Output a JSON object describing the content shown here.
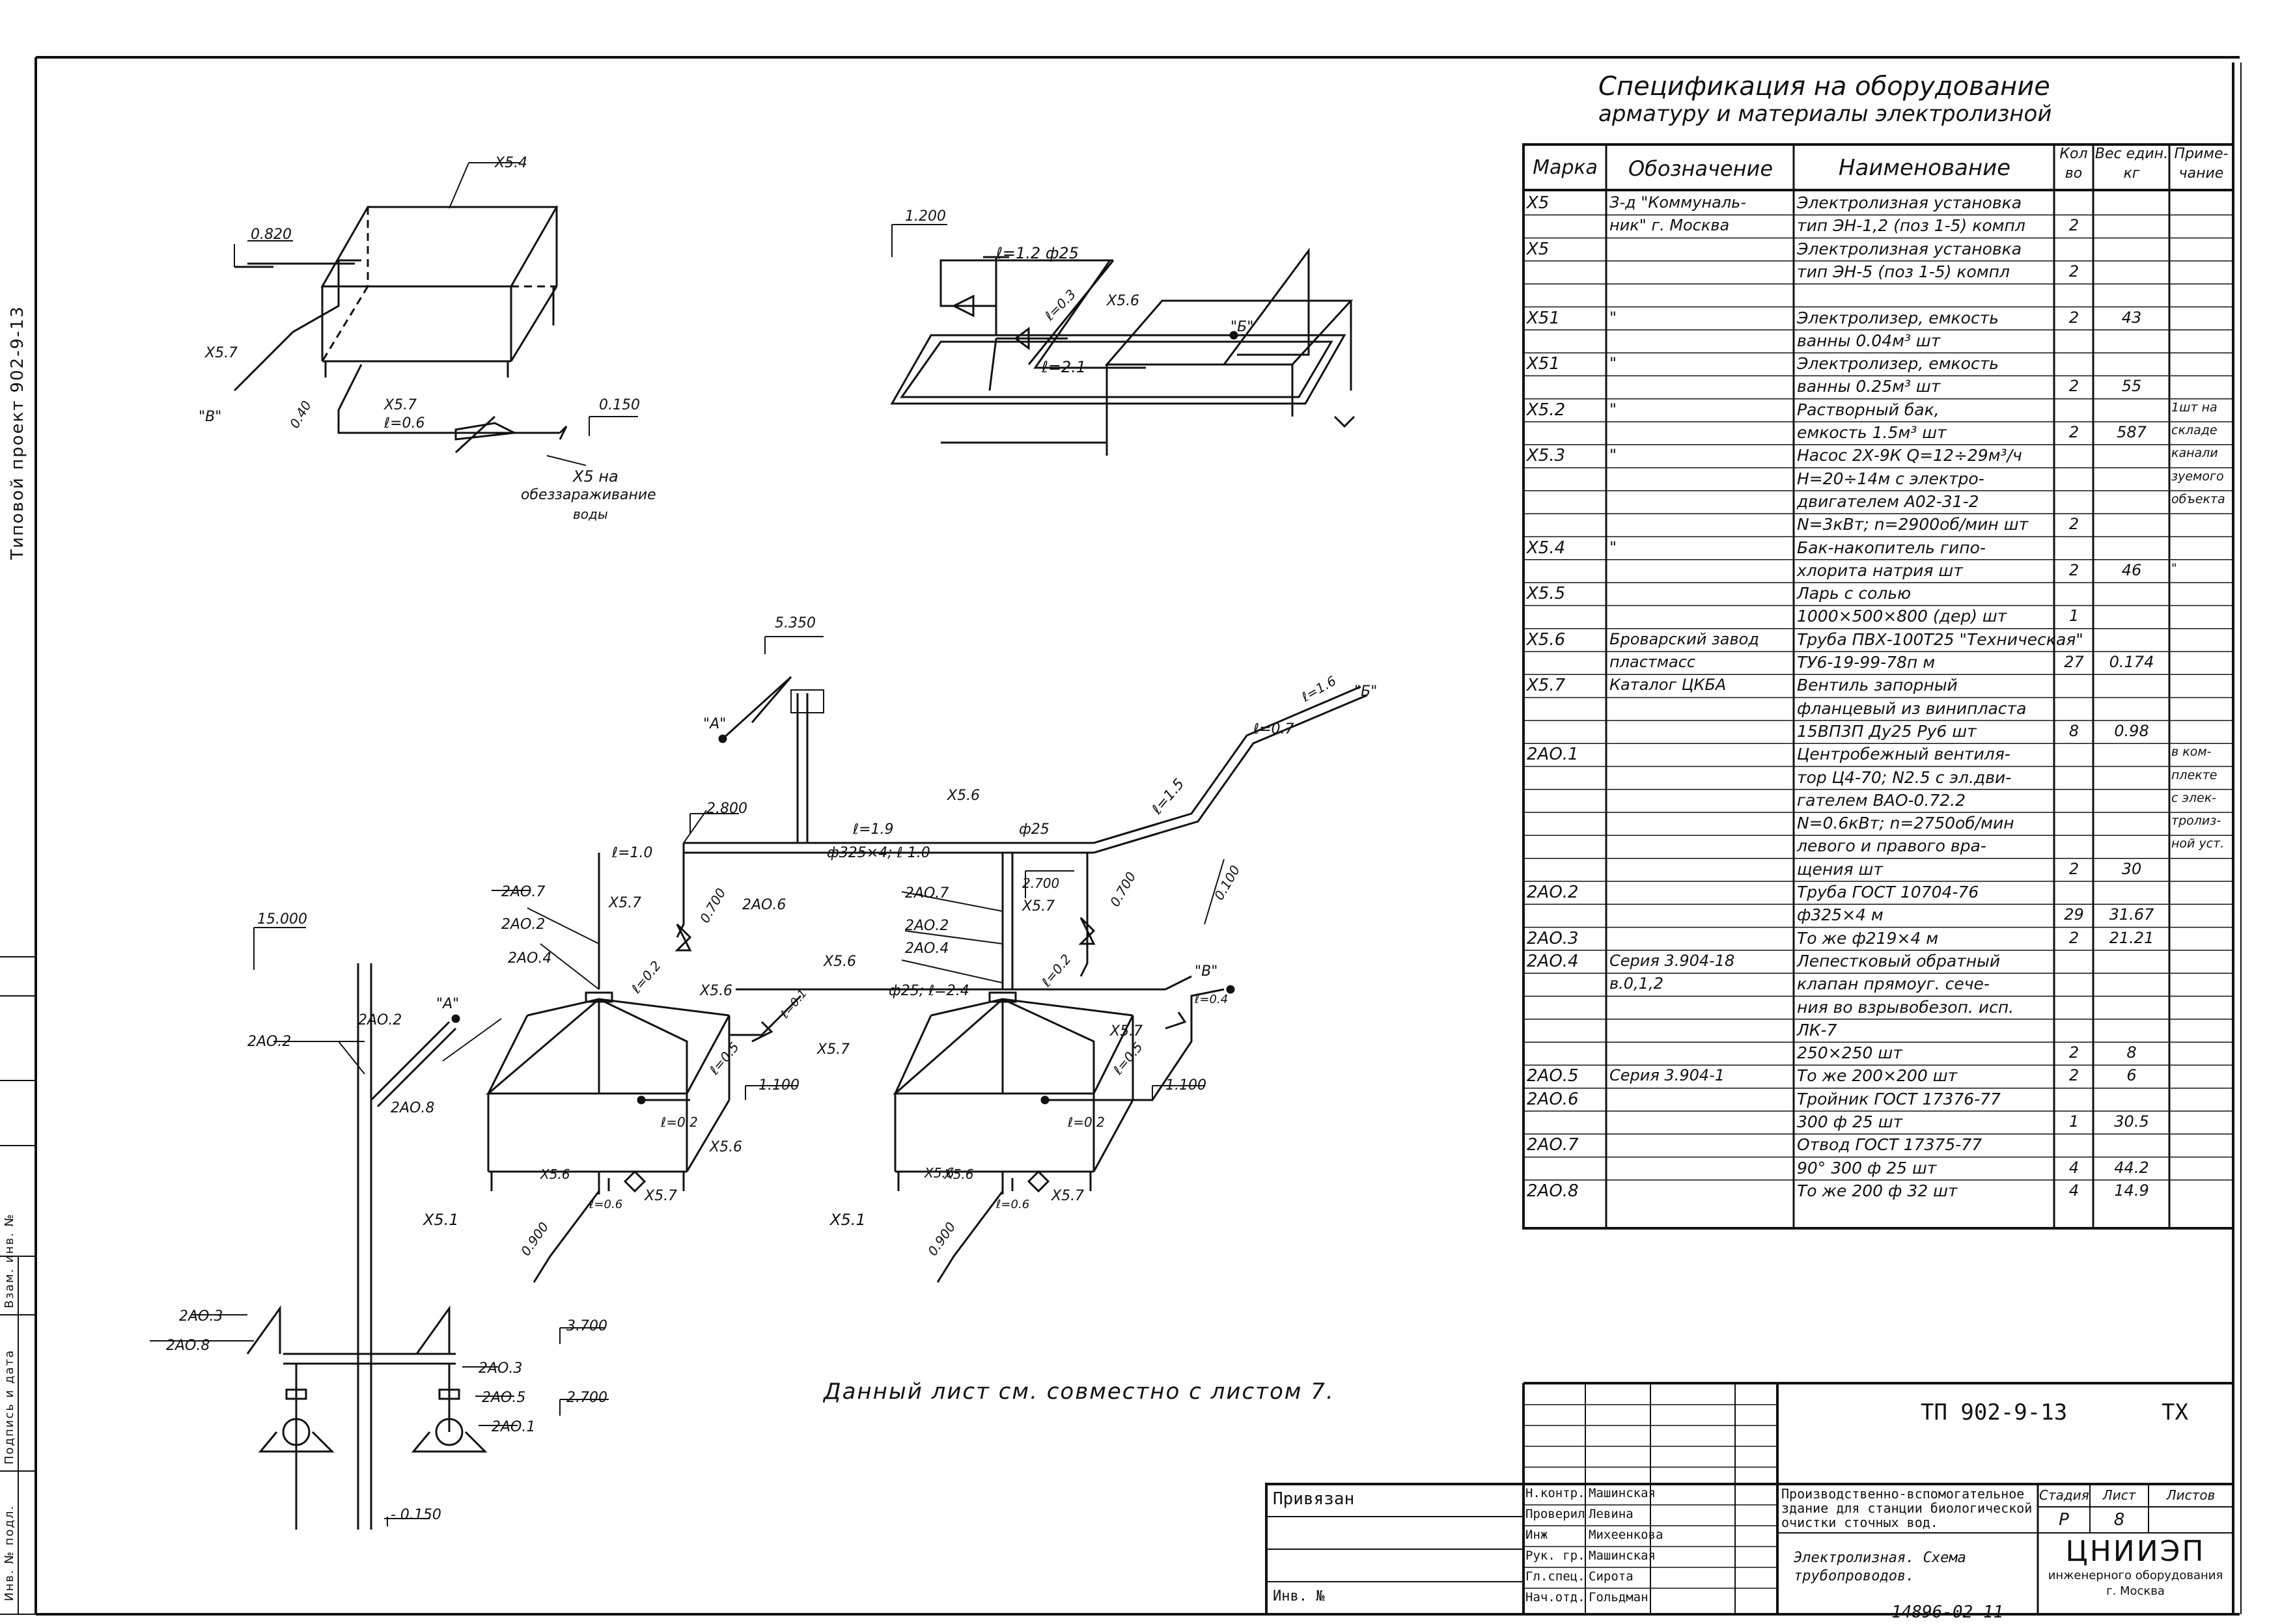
{
  "spec": {
    "title_line1": "Спецификация на оборудование",
    "title_line2": "арматуру и материалы электролизной",
    "headers": {
      "mark": "Марка",
      "designation": "Обозначение",
      "name": "Наименование",
      "qty": "Кол во",
      "weight": "Вес един. кг",
      "note": "Приме- чание"
    },
    "rows": [
      {
        "mark": "X5",
        "des": "З-д \"Коммуналь-",
        "name": "Электролизная установка",
        "qty": "",
        "w": "",
        "note": ""
      },
      {
        "mark": "",
        "des": "ник\" г. Москва",
        "name": "тип ЭН-1,2 (поз 1-5) компл",
        "qty": "2",
        "w": "",
        "note": ""
      },
      {
        "mark": "X5",
        "des": "",
        "name": "Электролизная установка",
        "qty": "",
        "w": "",
        "note": ""
      },
      {
        "mark": "",
        "des": "",
        "name": "тип ЭН-5 (поз 1-5) компл",
        "qty": "2",
        "w": "",
        "note": ""
      },
      {
        "mark": "",
        "des": "",
        "name": "",
        "qty": "",
        "w": "",
        "note": ""
      },
      {
        "mark": "X51",
        "des": "\"",
        "name": "Электролизер, емкость",
        "qty": "2",
        "w": "43",
        "note": ""
      },
      {
        "mark": "",
        "des": "",
        "name": "ванны 0.04м³ шт",
        "qty": "",
        "w": "",
        "note": ""
      },
      {
        "mark": "X51",
        "des": "\"",
        "name": "Электролизер, емкость",
        "qty": "",
        "w": "",
        "note": ""
      },
      {
        "mark": "",
        "des": "",
        "name": "ванны 0.25м³ шт",
        "qty": "2",
        "w": "55",
        "note": ""
      },
      {
        "mark": "X5.2",
        "des": "\"",
        "name": "Растворный бак,",
        "qty": "",
        "w": "",
        "note": "1шт на"
      },
      {
        "mark": "",
        "des": "",
        "name": "емкость 1.5м³ шт",
        "qty": "2",
        "w": "587",
        "note": "складе"
      },
      {
        "mark": "X5.3",
        "des": "\"",
        "name": "Насос 2Х-9К Q=12÷29м³/ч",
        "qty": "",
        "w": "",
        "note": "канали"
      },
      {
        "mark": "",
        "des": "",
        "name": "Н=20÷14м с электро-",
        "qty": "",
        "w": "",
        "note": "зуемого"
      },
      {
        "mark": "",
        "des": "",
        "name": "двигателем А02-31-2",
        "qty": "",
        "w": "",
        "note": "объекта"
      },
      {
        "mark": "",
        "des": "",
        "name": "N=3кВт; n=2900об/мин шт",
        "qty": "2",
        "w": "",
        "note": ""
      },
      {
        "mark": "X5.4",
        "des": "\"",
        "name": "Бак-накопитель гипо-",
        "qty": "",
        "w": "",
        "note": ""
      },
      {
        "mark": "",
        "des": "",
        "name": "хлорита натрия шт",
        "qty": "2",
        "w": "46",
        "note": "\""
      },
      {
        "mark": "X5.5",
        "des": "",
        "name": "Ларь с солью",
        "qty": "",
        "w": "",
        "note": ""
      },
      {
        "mark": "",
        "des": "",
        "name": "1000×500×800 (дер) шт",
        "qty": "1",
        "w": "",
        "note": ""
      },
      {
        "mark": "X5.6",
        "des": "Бровар­ский завод",
        "name": "Труба ПВХ-100Т25 \"Техническая\"",
        "qty": "",
        "w": "",
        "note": ""
      },
      {
        "mark": "",
        "des": "пластмасс",
        "name": "ТУ6-19-99-78п м",
        "qty": "27",
        "w": "0.174",
        "note": ""
      },
      {
        "mark": "X5.7",
        "des": "Каталог ЦКБА",
        "name": "Вентиль запорный",
        "qty": "",
        "w": "",
        "note": ""
      },
      {
        "mark": "",
        "des": "",
        "name": "фланцевый из винипласта",
        "qty": "",
        "w": "",
        "note": ""
      },
      {
        "mark": "",
        "des": "",
        "name": "15ВП3П Ду25 Ру6 шт",
        "qty": "8",
        "w": "0.98",
        "note": ""
      },
      {
        "mark": "2АО.1",
        "des": "",
        "name": "Центробежный вентиля-",
        "qty": "",
        "w": "",
        "note": "в ком-"
      },
      {
        "mark": "",
        "des": "",
        "name": "тор Ц4-70; N2.5 с эл.дви-",
        "qty": "",
        "w": "",
        "note": "плекте"
      },
      {
        "mark": "",
        "des": "",
        "name": "гателем ВАО-0.72.2",
        "qty": "",
        "w": "",
        "note": "с элек-"
      },
      {
        "mark": "",
        "des": "",
        "name": "N=0.6кВт; n=2750об/мин",
        "qty": "",
        "w": "",
        "note": "тролиз-"
      },
      {
        "mark": "",
        "des": "",
        "name": "левого и правого вра-",
        "qty": "",
        "w": "",
        "note": "ной уст."
      },
      {
        "mark": "",
        "des": "",
        "name": "щения шт",
        "qty": "2",
        "w": "30",
        "note": ""
      },
      {
        "mark": "2АО.2",
        "des": "",
        "name": "Труба ГОСТ 10704-76",
        "qty": "",
        "w": "",
        "note": ""
      },
      {
        "mark": "",
        "des": "",
        "name": "ф325×4 м",
        "qty": "29",
        "w": "31.67",
        "note": ""
      },
      {
        "mark": "2АО.3",
        "des": "",
        "name": "То же ф219×4 м",
        "qty": "2",
        "w": "21.21",
        "note": ""
      },
      {
        "mark": "2АО.4",
        "des": "Серия 3.904-18",
        "name": "Лепестковый обратный",
        "qty": "",
        "w": "",
        "note": ""
      },
      {
        "mark": "",
        "des": "в.0,1,2",
        "name": "клапан прямоуг. сече-",
        "qty": "",
        "w": "",
        "note": ""
      },
      {
        "mark": "",
        "des": "",
        "name": "ния во взрывобезоп. исп.",
        "qty": "",
        "w": "",
        "note": ""
      },
      {
        "mark": "",
        "des": "",
        "name": "ЛК-7",
        "qty": "",
        "w": "",
        "note": ""
      },
      {
        "mark": "",
        "des": "",
        "name": "250×250 шт",
        "qty": "2",
        "w": "8",
        "note": ""
      },
      {
        "mark": "2АО.5",
        "des": "Серия 3.904-1",
        "name": "То же 200×200 шт",
        "qty": "2",
        "w": "6",
        "note": ""
      },
      {
        "mark": "2АО.6",
        "des": "",
        "name": "Тройник ГОСТ 17376-77",
        "qty": "",
        "w": "",
        "note": ""
      },
      {
        "mark": "",
        "des": "",
        "name": "300 ф 25 шт",
        "qty": "1",
        "w": "30.5",
        "note": ""
      },
      {
        "mark": "2АО.7",
        "des": "",
        "name": "Отвод ГОСТ 17375-77",
        "qty": "",
        "w": "",
        "note": ""
      },
      {
        "mark": "",
        "des": "",
        "name": "90° 300 ф 25 шт",
        "qty": "4",
        "w": "44.2",
        "note": ""
      },
      {
        "mark": "2АО.8",
        "des": "",
        "name": "То же 200 ф 32 шт",
        "qty": "4",
        "w": "14.9",
        "note": ""
      }
    ]
  },
  "drawing": {
    "note": "Данный лист см. совместно с листом 7.",
    "labels": {
      "x54": "X5.4",
      "x57": "X5.7",
      "v": "\"В\"",
      "x57b": "X5.7",
      "l06": "ℓ=0.6",
      "d040": "0.40",
      "d0820": "0.820",
      "d0150": "0.150",
      "x5na": "X5 на",
      "obezz": "обеззараживание",
      "vody": "воды",
      "d1200": "1.200",
      "l12f25": "ℓ=1.2  ф25",
      "l03": "ℓ=0.3",
      "x56": "X5.6",
      "b": "\"Б\"",
      "l21": "ℓ=2.1",
      "d5350": "5.350",
      "a": "\"А\"",
      "l07": "ℓ=0.7",
      "l16": "ℓ=1.6",
      "b2": "\"Б\"",
      "l15": "ℓ=1.5",
      "d2800": "2.800",
      "x56c": "X5.6",
      "l19": "ℓ=1.9",
      "f25": "ф25",
      "l10": "ℓ=1.0",
      "f325": "ф325×4; ℓ 1.0",
      "d15000": "15.000",
      "a07": "2АО.7",
      "a02": "2АО.2",
      "a04": "2АО.4",
      "x57c": "X5.7",
      "a06": "2АО.6",
      "d0700": "0.700",
      "x56d": "X5.6",
      "l02": "ℓ=0.2",
      "a07b": "2АО.7",
      "d2700": "2.700",
      "x57d": "X5.7",
      "a02b": "2АО.2",
      "a04b": "2АО.4",
      "d0700b": "0.700",
      "d0100": "0.100",
      "x56e": "X5.6",
      "f25l24": "ф25; ℓ=2.4",
      "l01": "ℓ=0.1",
      "x57e": "X5.7",
      "l02b": "ℓ=0.2",
      "b3": "\"В\"",
      "l04": "ℓ=0.4",
      "x57f": "X5.7",
      "l05": "ℓ=0.5",
      "d1100": "1.100",
      "l05b": "ℓ=0.5",
      "d1100b": "1.100",
      "a02c": "2АО.2",
      "a02d": "2АО.2",
      "a2": "\"А\"",
      "a08": "2АО.8",
      "l02c": "ℓ=0.2",
      "x56f": "X5.6",
      "l02d": "ℓ=0.2",
      "x56g": "X5.6",
      "x56h": "X5.6",
      "x51": "X5.1",
      "d0900": "0.900",
      "l06b": "ℓ=0.6",
      "x57g": "X5.7",
      "x56i": "X5.6",
      "x51b": "X5.1",
      "d0900b": "0.900",
      "l06c": "ℓ=0.6",
      "x57h": "X5.7",
      "a03": "2АО.3",
      "a08b": "2АО.8",
      "a03b": "2АО.3",
      "d3700": "3.700",
      "a05": "2АО.5",
      "d2700b": "2.700",
      "a01": "2АО.1",
      "dm0150": "- 0.150"
    }
  },
  "stamp": {
    "code": "ТП 902-9-13",
    "section": "ТХ",
    "privyazan": "Привязан",
    "inv": "Инв. №",
    "roles": [
      "Н.контр.",
      "Проверил",
      "Инж",
      "Рук. гр.",
      "Гл.спец.",
      "Нач.отд."
    ],
    "names": [
      "Машинская",
      "Левина",
      "Михеенкова",
      "Машинская",
      "Сирота",
      "Гольдман"
    ],
    "object_desc": "Производственно-вспомогательное здание для станции биологической очистки сточных вод.",
    "sheet_title": "Электролизная. Схема трубопроводов.",
    "stage_h": "Стадия",
    "sheet_h": "Лист",
    "sheets_h": "Листов",
    "stage": "Р",
    "sheet": "8",
    "org1": "ЦНИИЭП",
    "org2": "инженерного оборудования",
    "org3": "г. Москва",
    "bottom_num": "14896-02 11"
  },
  "margin": {
    "project": "Типовой проект 902-9-13",
    "inv_podl": "Инв. № подл.",
    "podpis": "Подпись и дата",
    "vzam": "Взам. инв. №"
  }
}
